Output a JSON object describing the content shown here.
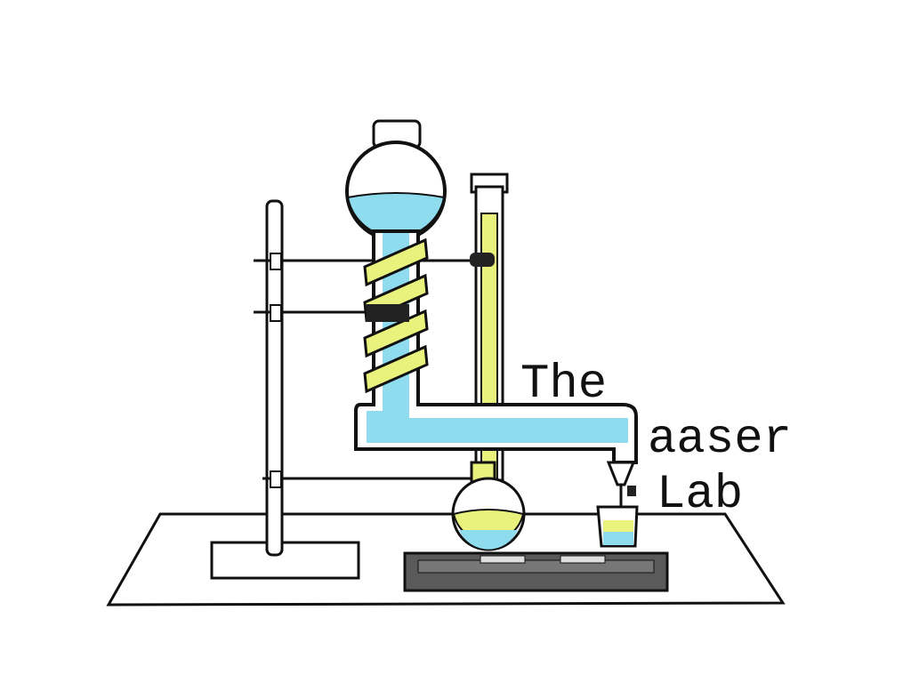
{
  "title": {
    "line1": "The",
    "line2": "aaser",
    "line3": "Lab"
  },
  "colors": {
    "liquid_blue": "#8fdcef",
    "liquid_yellow": "#e8f27c",
    "outline": "#111111",
    "hotplate": "#5a5a5a"
  },
  "icons": [
    "ring-stand-icon",
    "round-bottom-flask-icon",
    "condenser-icon",
    "burette-icon",
    "beaker-icon",
    "hotplate-icon"
  ]
}
